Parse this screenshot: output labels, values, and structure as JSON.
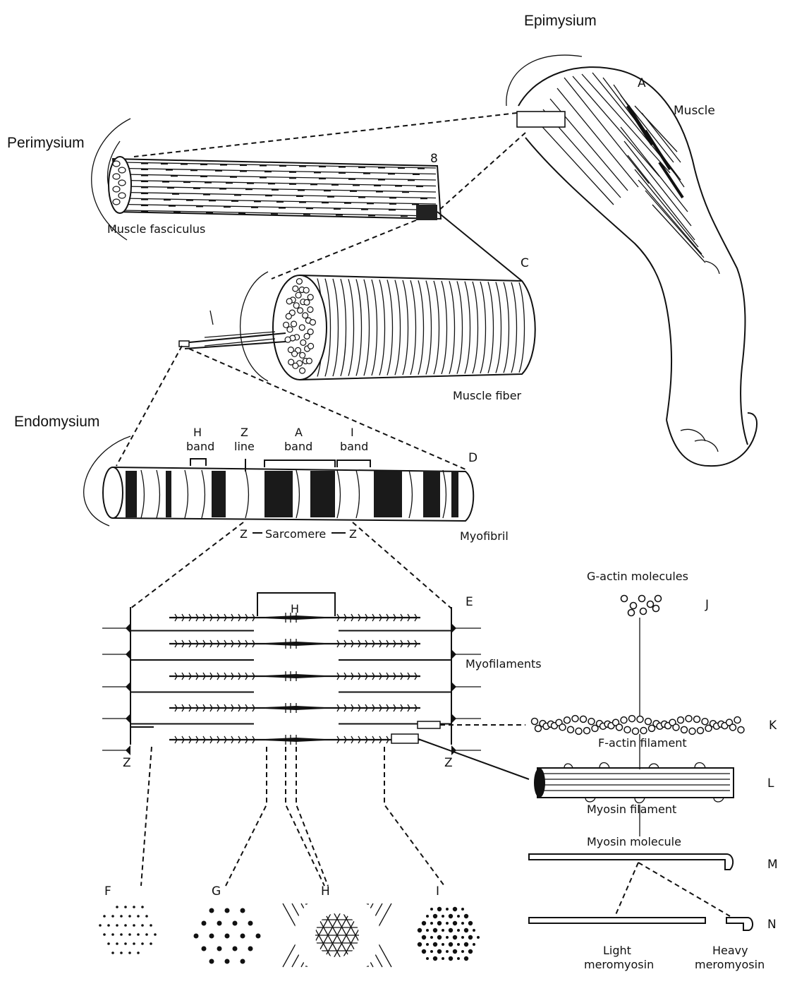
{
  "labels": {
    "epimysium": "Epimysium",
    "perimysium": "Perimysium",
    "endomysium": "Endomysium",
    "letter_a": "A",
    "muscle": "Muscle",
    "letter_b": "8",
    "muscle_fasciculus": "Muscle fasciculus",
    "letter_c": "C",
    "muscle_fiber": "Muscle fiber",
    "letter_d": "D",
    "myofibril": "Myofibril",
    "h_band_top": "H",
    "h_band_bottom": "band",
    "z_line_top": "Z",
    "z_line_bottom": "line",
    "a_band_top": "A",
    "a_band_bottom": "band",
    "i_band_top": "I",
    "i_band_bottom": "band",
    "sarcomere_left_z": "Z",
    "sarcomere": "Sarcomere",
    "sarcomere_right_z": "Z",
    "letter_e": "E",
    "myofilaments": "Myofilaments",
    "h_bracket": "H",
    "z_left": "Z",
    "z_right": "Z",
    "g_actin_molecules": "G-actin molecules",
    "letter_j": "J",
    "letter_k": "K",
    "f_actin_filament": "F-actin filament",
    "letter_l": "L",
    "myosin_filament": "Myosin filament",
    "myosin_molecule": "Myosin molecule",
    "letter_m": "M",
    "letter_n": "N",
    "light_meromyosin_1": "Light",
    "light_meromyosin_2": "meromyosin",
    "heavy_meromyosin_1": "Heavy",
    "heavy_meromyosin_2": "meromyosin",
    "letter_f": "F",
    "letter_g": "G",
    "letter_h": "H",
    "letter_i": "I",
    "letter_i_small": "I"
  }
}
